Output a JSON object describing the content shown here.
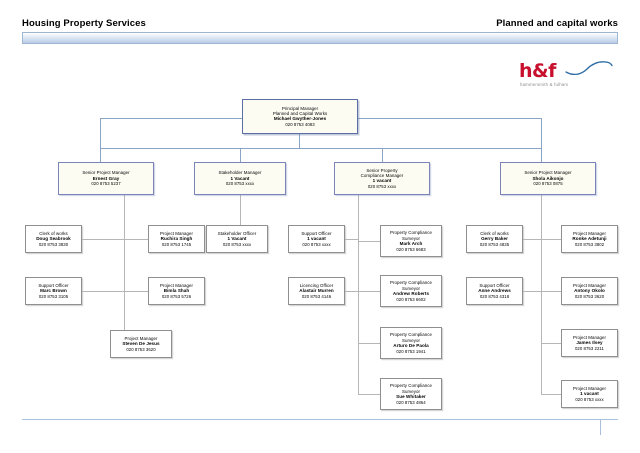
{
  "header": {
    "left_title": "Housing Property Services",
    "right_title": "Planned and capital works"
  },
  "logo": {
    "mark": "h&f",
    "wordmark": "hammersmith & fulham",
    "mark_color": "#c8102e",
    "swoosh_color": "#2e6da4"
  },
  "chart_data": {
    "type": "diagram",
    "title": "Planned and capital works organisation chart",
    "nodes": {
      "principal": {
        "title": "Principal Manager",
        "subtitle": "Planned and Capital Works",
        "name": "Michael Gwyther-Jones",
        "phone": "020 8753 4083"
      },
      "managers": [
        {
          "title": "Senior Project Manager",
          "name": "Ernest Gray",
          "phone": "020 8753 5237"
        },
        {
          "title": "Stakeholder Manager",
          "name": "1 Vacant",
          "phone": "020 8753 xxxx"
        },
        {
          "title": "Senior Property",
          "subtitle": "Compliance Manager",
          "name": "1 vacant",
          "phone": "020 8753 xxxx"
        },
        {
          "title": "Senior Project Manager",
          "name": "Shola Aikonjo",
          "phone": "020 8753 0875"
        }
      ],
      "col1_left": [
        {
          "title": "Clerk of works",
          "name": "Doug Seabrook",
          "phone": "020 8753 3830"
        },
        {
          "title": "Support Officer",
          "name": "Marc Brown",
          "phone": "020 8753 3105"
        }
      ],
      "col1_right": [
        {
          "title": "Project Manager",
          "name": "Ruchira Singh",
          "phone": "020 8753 1745"
        },
        {
          "title": "Project Manager",
          "name": "Bimla Shah",
          "phone": "020 8753 5726"
        },
        {
          "title": "Project Manager",
          "name": "Steven De Jesus",
          "phone": "020 8753 3620"
        }
      ],
      "col2": [
        {
          "title": "Stakeholder Officer",
          "name": "1 Vacant",
          "phone": "020 8753 xxxx"
        }
      ],
      "col3_left": [
        {
          "title": "Support Officer",
          "name": "1 vacant",
          "phone": "020 8753 xxxx"
        },
        {
          "title": "Licencing Officer",
          "name": "Alastair Murren",
          "phone": "020 8753 4146"
        }
      ],
      "col3_right": [
        {
          "title": "Property Compliance",
          "subtitle": "Surveyor",
          "name": "Mark Arch",
          "phone": "020 8753 6683"
        },
        {
          "title": "Property Compliance",
          "subtitle": "Surveyor",
          "name": "Andrew Roberts",
          "phone": "020 8753 6602"
        },
        {
          "title": "Property Compliance",
          "subtitle": "Surveyor",
          "name": "Arturo De Paola",
          "phone": "020 8753 1941"
        },
        {
          "title": "Property Compliance",
          "subtitle": "Surveyor",
          "name": "Sue Whitaker",
          "phone": "020 8753 4864"
        }
      ],
      "col4_left": [
        {
          "title": "Clerk of works",
          "name": "Gerry Baker",
          "phone": "020 8753 4835"
        },
        {
          "title": "Support Officer",
          "name": "Anne Andrews",
          "phone": "020 8753 4318"
        }
      ],
      "col4_right": [
        {
          "title": "Project Manager",
          "name": "Ronke Adetunji",
          "phone": "020 8753 3802"
        },
        {
          "title": "Project Manager",
          "name": "Antony Okolo",
          "phone": "020 8753 3620"
        },
        {
          "title": "Project Manager",
          "name": "James Ilsey",
          "phone": "020 8753 2211"
        },
        {
          "title": "Project Manager",
          "name": "1 vacant",
          "phone": "020 8753 xxxx"
        }
      ]
    }
  }
}
